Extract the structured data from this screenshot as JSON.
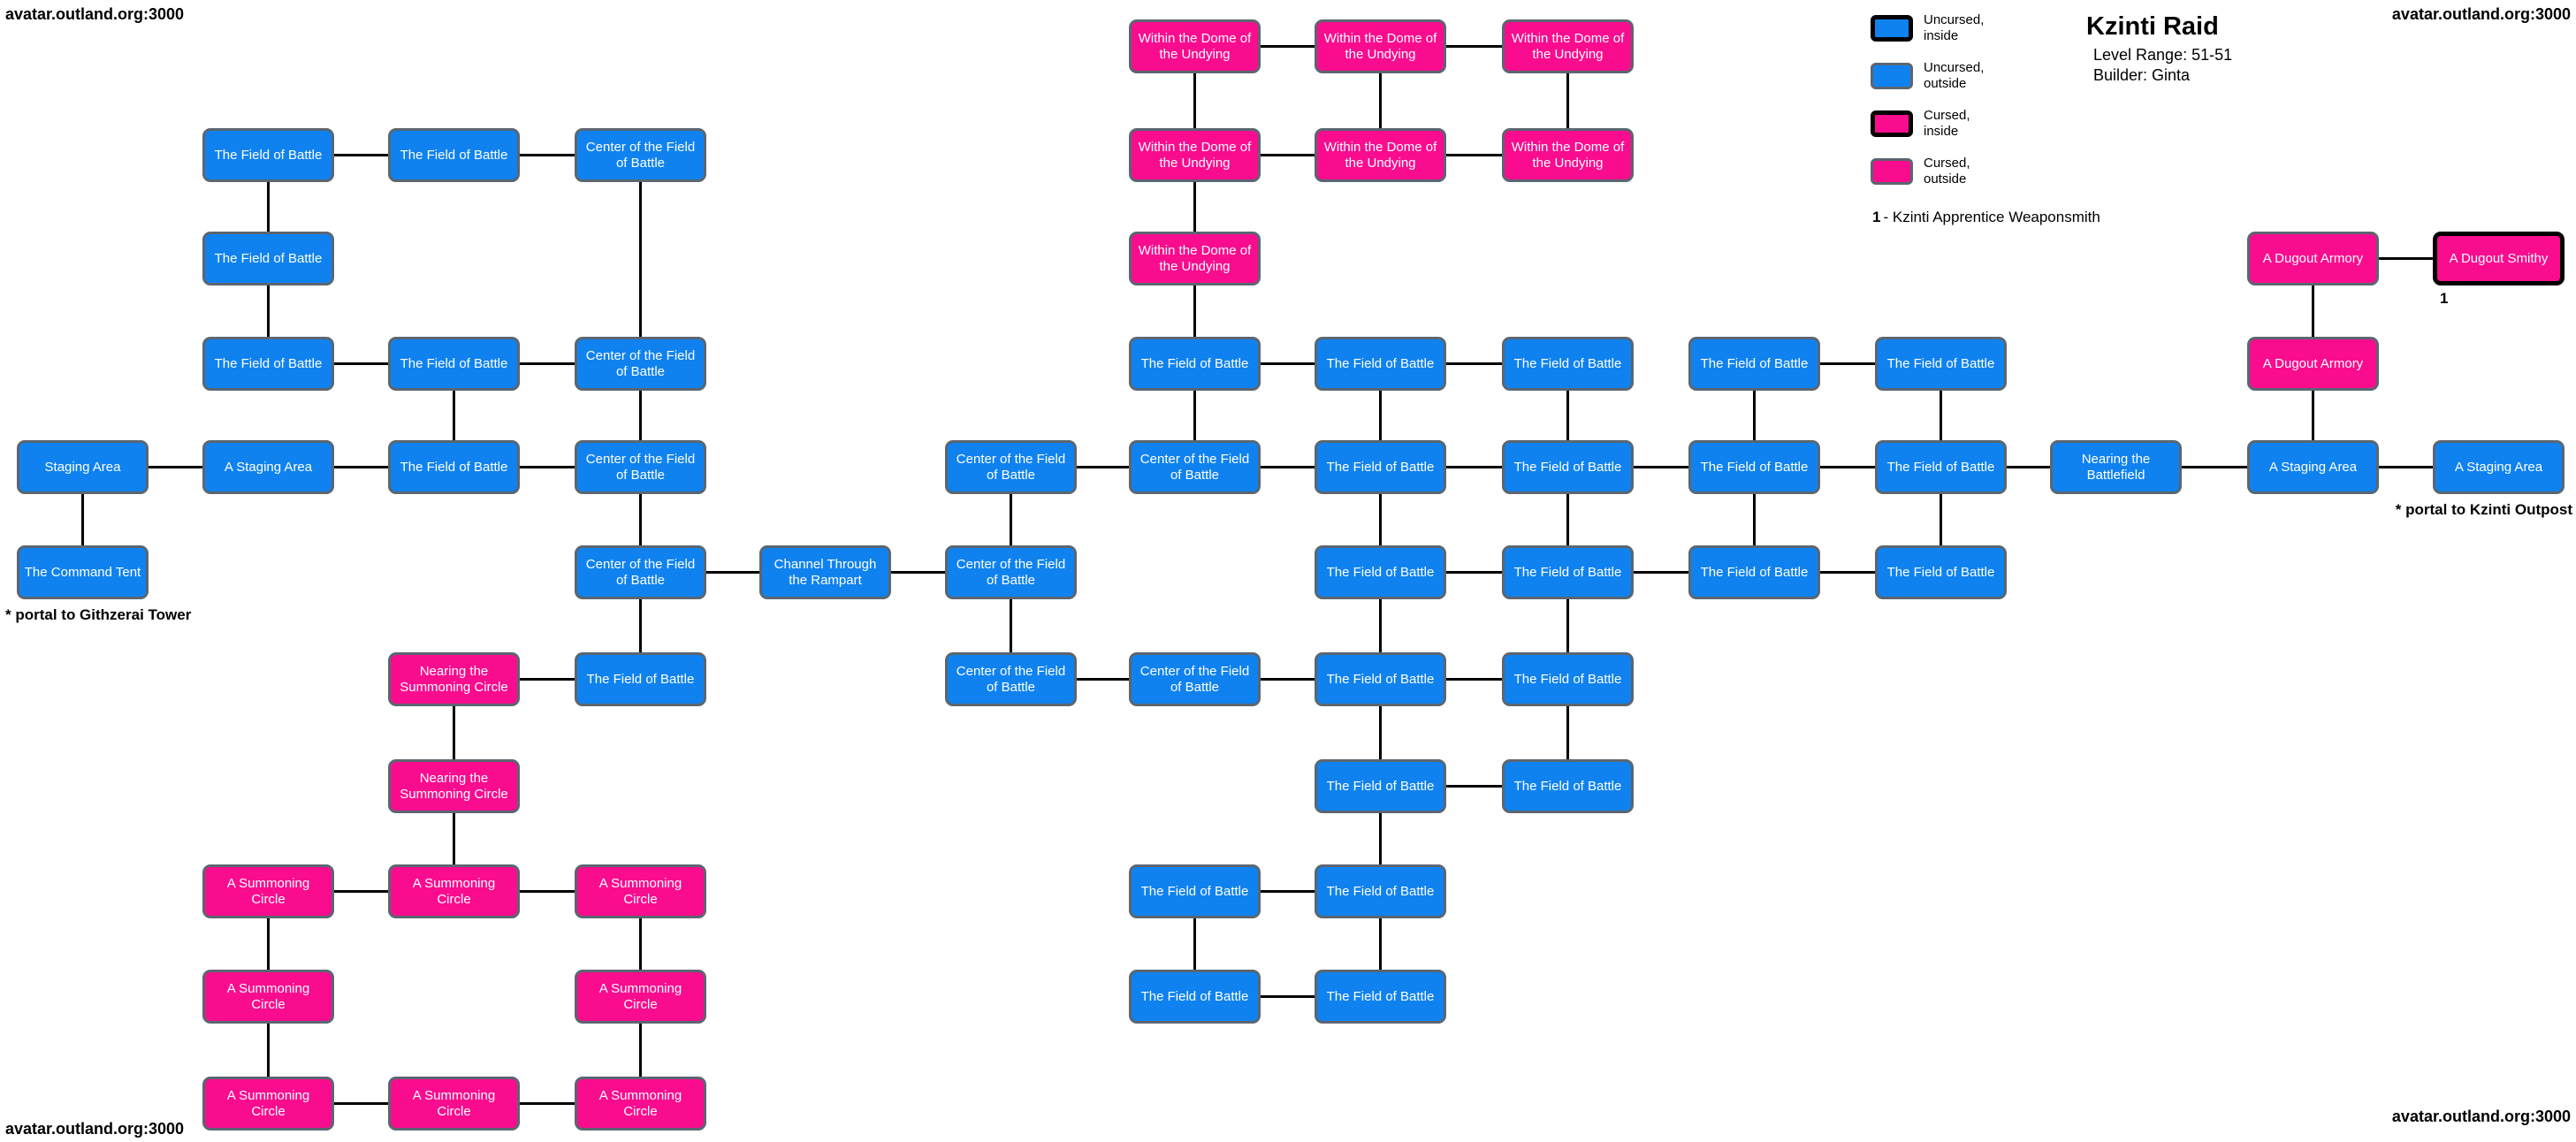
{
  "page": {
    "corner_label": "avatar.outland.org:3000"
  },
  "header": {
    "title": "Kzinti Raid",
    "level_range": "Level Range: 51-51",
    "builder": "Builder: Ginta"
  },
  "legend": {
    "items": [
      {
        "label": "Uncursed, inside",
        "type": "uncursed-inside"
      },
      {
        "label": "Uncursed, outside",
        "type": "uncursed-outside"
      },
      {
        "label": "Cursed, inside",
        "type": "cursed-inside"
      },
      {
        "label": "Cursed, outside",
        "type": "cursed-outside"
      }
    ]
  },
  "mob_key": {
    "number": "1",
    "rest": "- Kzinti Apprentice Weaponsmith"
  },
  "notes": {
    "githzerai": "* portal to Githzerai Tower",
    "kzinti_outpost": "* portal to Kzinti Outpost",
    "smithy_marker": "1"
  },
  "colors": {
    "uncursed": "#0f82f0",
    "cursed": "#fa0c8e",
    "border_outside": "#5b6670",
    "border_inside": "#000000",
    "edge": "#000000"
  },
  "map": {
    "room_width": 149,
    "room_height": 61,
    "col_x": [
      19,
      229,
      439,
      650,
      859,
      1069,
      1277,
      1487,
      1699,
      1910,
      2121,
      2319,
      2542,
      2752
    ],
    "row_y": [
      22,
      145,
      262,
      381,
      498,
      617,
      738,
      859,
      978,
      1097,
      1218
    ],
    "rooms": [
      {
        "col": 6,
        "row": 0,
        "label": "Within the Dome of the Undying",
        "type": "cursed-outside"
      },
      {
        "col": 7,
        "row": 0,
        "label": "Within the Dome of the Undying",
        "type": "cursed-outside"
      },
      {
        "col": 8,
        "row": 0,
        "label": "Within the Dome of the Undying",
        "type": "cursed-outside"
      },
      {
        "col": 1,
        "row": 1,
        "label": "The Field of Battle",
        "type": "uncursed-outside"
      },
      {
        "col": 2,
        "row": 1,
        "label": "The Field of Battle",
        "type": "uncursed-outside"
      },
      {
        "col": 3,
        "row": 1,
        "label": "Center of the Field of Battle",
        "type": "uncursed-outside"
      },
      {
        "col": 6,
        "row": 1,
        "label": "Within the Dome of the Undying",
        "type": "cursed-outside"
      },
      {
        "col": 7,
        "row": 1,
        "label": "Within the Dome of the Undying",
        "type": "cursed-outside"
      },
      {
        "col": 8,
        "row": 1,
        "label": "Within the Dome of the Undying",
        "type": "cursed-outside"
      },
      {
        "col": 1,
        "row": 2,
        "label": "The Field of Battle",
        "type": "uncursed-outside"
      },
      {
        "col": 6,
        "row": 2,
        "label": "Within the Dome of the Undying",
        "type": "cursed-outside"
      },
      {
        "col": 12,
        "row": 2,
        "label": "A Dugout Armory",
        "type": "cursed-outside"
      },
      {
        "col": 13,
        "row": 2,
        "label": "A Dugout Smithy",
        "type": "cursed-inside"
      },
      {
        "col": 1,
        "row": 3,
        "label": "The Field of Battle",
        "type": "uncursed-outside"
      },
      {
        "col": 2,
        "row": 3,
        "label": "The Field of Battle",
        "type": "uncursed-outside"
      },
      {
        "col": 3,
        "row": 3,
        "label": "Center of the Field of Battle",
        "type": "uncursed-outside"
      },
      {
        "col": 6,
        "row": 3,
        "label": "The Field of Battle",
        "type": "uncursed-outside"
      },
      {
        "col": 7,
        "row": 3,
        "label": "The Field of Battle",
        "type": "uncursed-outside"
      },
      {
        "col": 8,
        "row": 3,
        "label": "The Field of Battle",
        "type": "uncursed-outside"
      },
      {
        "col": 9,
        "row": 3,
        "label": "The Field of Battle",
        "type": "uncursed-outside"
      },
      {
        "col": 10,
        "row": 3,
        "label": "The Field of Battle",
        "type": "uncursed-outside"
      },
      {
        "col": 12,
        "row": 3,
        "label": "A Dugout Armory",
        "type": "cursed-outside"
      },
      {
        "col": 0,
        "row": 4,
        "label": "Staging Area",
        "type": "uncursed-outside"
      },
      {
        "col": 1,
        "row": 4,
        "label": "A Staging Area",
        "type": "uncursed-outside"
      },
      {
        "col": 2,
        "row": 4,
        "label": "The Field of Battle",
        "type": "uncursed-outside"
      },
      {
        "col": 3,
        "row": 4,
        "label": "Center of the Field of Battle",
        "type": "uncursed-outside"
      },
      {
        "col": 5,
        "row": 4,
        "label": "Center of the Field of Battle",
        "type": "uncursed-outside"
      },
      {
        "col": 6,
        "row": 4,
        "label": "Center of the Field of Battle",
        "type": "uncursed-outside"
      },
      {
        "col": 7,
        "row": 4,
        "label": "The Field of Battle",
        "type": "uncursed-outside"
      },
      {
        "col": 8,
        "row": 4,
        "label": "The Field of Battle",
        "type": "uncursed-outside"
      },
      {
        "col": 9,
        "row": 4,
        "label": "The Field of Battle",
        "type": "uncursed-outside"
      },
      {
        "col": 10,
        "row": 4,
        "label": "The Field of Battle",
        "type": "uncursed-outside"
      },
      {
        "col": 11,
        "row": 4,
        "label": "Nearing the Battlefield",
        "type": "uncursed-outside"
      },
      {
        "col": 12,
        "row": 4,
        "label": "A Staging Area",
        "type": "uncursed-outside"
      },
      {
        "col": 13,
        "row": 4,
        "label": "A Staging Area",
        "type": "uncursed-outside"
      },
      {
        "col": 0,
        "row": 5,
        "label": "The Command Tent",
        "type": "uncursed-outside"
      },
      {
        "col": 3,
        "row": 5,
        "label": "Center of the Field of Battle",
        "type": "uncursed-outside"
      },
      {
        "col": 4,
        "row": 5,
        "label": "Channel Through the Rampart",
        "type": "uncursed-outside"
      },
      {
        "col": 5,
        "row": 5,
        "label": "Center of the Field of Battle",
        "type": "uncursed-outside"
      },
      {
        "col": 7,
        "row": 5,
        "label": "The Field of Battle",
        "type": "uncursed-outside"
      },
      {
        "col": 8,
        "row": 5,
        "label": "The Field of Battle",
        "type": "uncursed-outside"
      },
      {
        "col": 9,
        "row": 5,
        "label": "The Field of Battle",
        "type": "uncursed-outside"
      },
      {
        "col": 10,
        "row": 5,
        "label": "The Field of Battle",
        "type": "uncursed-outside"
      },
      {
        "col": 2,
        "row": 6,
        "label": "Nearing the Summoning Circle",
        "type": "cursed-outside"
      },
      {
        "col": 3,
        "row": 6,
        "label": "The Field of Battle",
        "type": "uncursed-outside"
      },
      {
        "col": 5,
        "row": 6,
        "label": "Center of the Field of Battle",
        "type": "uncursed-outside"
      },
      {
        "col": 6,
        "row": 6,
        "label": "Center of the Field of Battle",
        "type": "uncursed-outside"
      },
      {
        "col": 7,
        "row": 6,
        "label": "The Field of Battle",
        "type": "uncursed-outside"
      },
      {
        "col": 8,
        "row": 6,
        "label": "The Field of Battle",
        "type": "uncursed-outside"
      },
      {
        "col": 2,
        "row": 7,
        "label": "Nearing the Summoning Circle",
        "type": "cursed-outside"
      },
      {
        "col": 7,
        "row": 7,
        "label": "The Field of Battle",
        "type": "uncursed-outside"
      },
      {
        "col": 8,
        "row": 7,
        "label": "The Field of Battle",
        "type": "uncursed-outside"
      },
      {
        "col": 1,
        "row": 8,
        "label": "A Summoning Circle",
        "type": "cursed-outside"
      },
      {
        "col": 2,
        "row": 8,
        "label": "A Summoning Circle",
        "type": "cursed-outside"
      },
      {
        "col": 3,
        "row": 8,
        "label": "A Summoning Circle",
        "type": "cursed-outside"
      },
      {
        "col": 6,
        "row": 8,
        "label": "The Field of Battle",
        "type": "uncursed-outside"
      },
      {
        "col": 7,
        "row": 8,
        "label": "The Field of Battle",
        "type": "uncursed-outside"
      },
      {
        "col": 1,
        "row": 9,
        "label": "A Summoning Circle",
        "type": "cursed-outside"
      },
      {
        "col": 3,
        "row": 9,
        "label": "A Summoning Circle",
        "type": "cursed-outside"
      },
      {
        "col": 6,
        "row": 9,
        "label": "The Field of Battle",
        "type": "uncursed-outside"
      },
      {
        "col": 7,
        "row": 9,
        "label": "The Field of Battle",
        "type": "uncursed-outside"
      },
      {
        "col": 1,
        "row": 10,
        "label": "A Summoning Circle",
        "type": "cursed-outside"
      },
      {
        "col": 2,
        "row": 10,
        "label": "A Summoning Circle",
        "type": "cursed-outside"
      },
      {
        "col": 3,
        "row": 10,
        "label": "A Summoning Circle",
        "type": "cursed-outside"
      }
    ],
    "edges": [
      [
        6,
        0,
        7,
        0
      ],
      [
        7,
        0,
        8,
        0
      ],
      [
        1,
        1,
        2,
        1
      ],
      [
        2,
        1,
        3,
        1
      ],
      [
        6,
        1,
        7,
        1
      ],
      [
        7,
        1,
        8,
        1
      ],
      [
        12,
        2,
        13,
        2
      ],
      [
        1,
        3,
        2,
        3
      ],
      [
        2,
        3,
        3,
        3
      ],
      [
        6,
        3,
        7,
        3
      ],
      [
        7,
        3,
        8,
        3
      ],
      [
        9,
        3,
        10,
        3
      ],
      [
        0,
        4,
        1,
        4
      ],
      [
        1,
        4,
        2,
        4
      ],
      [
        2,
        4,
        3,
        4
      ],
      [
        5,
        4,
        6,
        4
      ],
      [
        6,
        4,
        7,
        4
      ],
      [
        7,
        4,
        8,
        4
      ],
      [
        8,
        4,
        9,
        4
      ],
      [
        9,
        4,
        10,
        4
      ],
      [
        10,
        4,
        11,
        4
      ],
      [
        11,
        4,
        12,
        4
      ],
      [
        12,
        4,
        13,
        4
      ],
      [
        3,
        5,
        4,
        5
      ],
      [
        4,
        5,
        5,
        5
      ],
      [
        7,
        5,
        8,
        5
      ],
      [
        8,
        5,
        9,
        5
      ],
      [
        9,
        5,
        10,
        5
      ],
      [
        2,
        6,
        3,
        6
      ],
      [
        5,
        6,
        6,
        6
      ],
      [
        6,
        6,
        7,
        6
      ],
      [
        7,
        6,
        8,
        6
      ],
      [
        7,
        7,
        8,
        7
      ],
      [
        1,
        8,
        2,
        8
      ],
      [
        2,
        8,
        3,
        8
      ],
      [
        6,
        8,
        7,
        8
      ],
      [
        6,
        9,
        7,
        9
      ],
      [
        1,
        10,
        2,
        10
      ],
      [
        2,
        10,
        3,
        10
      ],
      [
        0,
        4,
        0,
        5
      ],
      [
        1,
        1,
        1,
        2
      ],
      [
        1,
        2,
        1,
        3
      ],
      [
        1,
        8,
        1,
        9
      ],
      [
        1,
        9,
        1,
        10
      ],
      [
        2,
        3,
        2,
        4
      ],
      [
        2,
        6,
        2,
        7
      ],
      [
        2,
        7,
        2,
        8
      ],
      [
        3,
        1,
        3,
        3
      ],
      [
        3,
        3,
        3,
        4
      ],
      [
        3,
        4,
        3,
        5
      ],
      [
        3,
        5,
        3,
        6
      ],
      [
        3,
        8,
        3,
        9
      ],
      [
        3,
        9,
        3,
        10
      ],
      [
        5,
        4,
        5,
        5
      ],
      [
        5,
        5,
        5,
        6
      ],
      [
        6,
        0,
        6,
        1
      ],
      [
        6,
        1,
        6,
        2
      ],
      [
        6,
        2,
        6,
        3
      ],
      [
        6,
        3,
        6,
        4
      ],
      [
        6,
        8,
        6,
        9
      ],
      [
        7,
        0,
        7,
        1
      ],
      [
        7,
        3,
        7,
        4
      ],
      [
        7,
        4,
        7,
        5
      ],
      [
        7,
        5,
        7,
        6
      ],
      [
        7,
        6,
        7,
        7
      ],
      [
        7,
        7,
        7,
        8
      ],
      [
        7,
        8,
        7,
        9
      ],
      [
        8,
        0,
        8,
        1
      ],
      [
        8,
        3,
        8,
        4
      ],
      [
        8,
        4,
        8,
        5
      ],
      [
        8,
        5,
        8,
        6
      ],
      [
        8,
        6,
        8,
        7
      ],
      [
        9,
        3,
        9,
        4
      ],
      [
        9,
        4,
        9,
        5
      ],
      [
        10,
        3,
        10,
        4
      ],
      [
        10,
        4,
        10,
        5
      ],
      [
        12,
        2,
        12,
        3
      ],
      [
        12,
        3,
        12,
        4
      ]
    ]
  }
}
